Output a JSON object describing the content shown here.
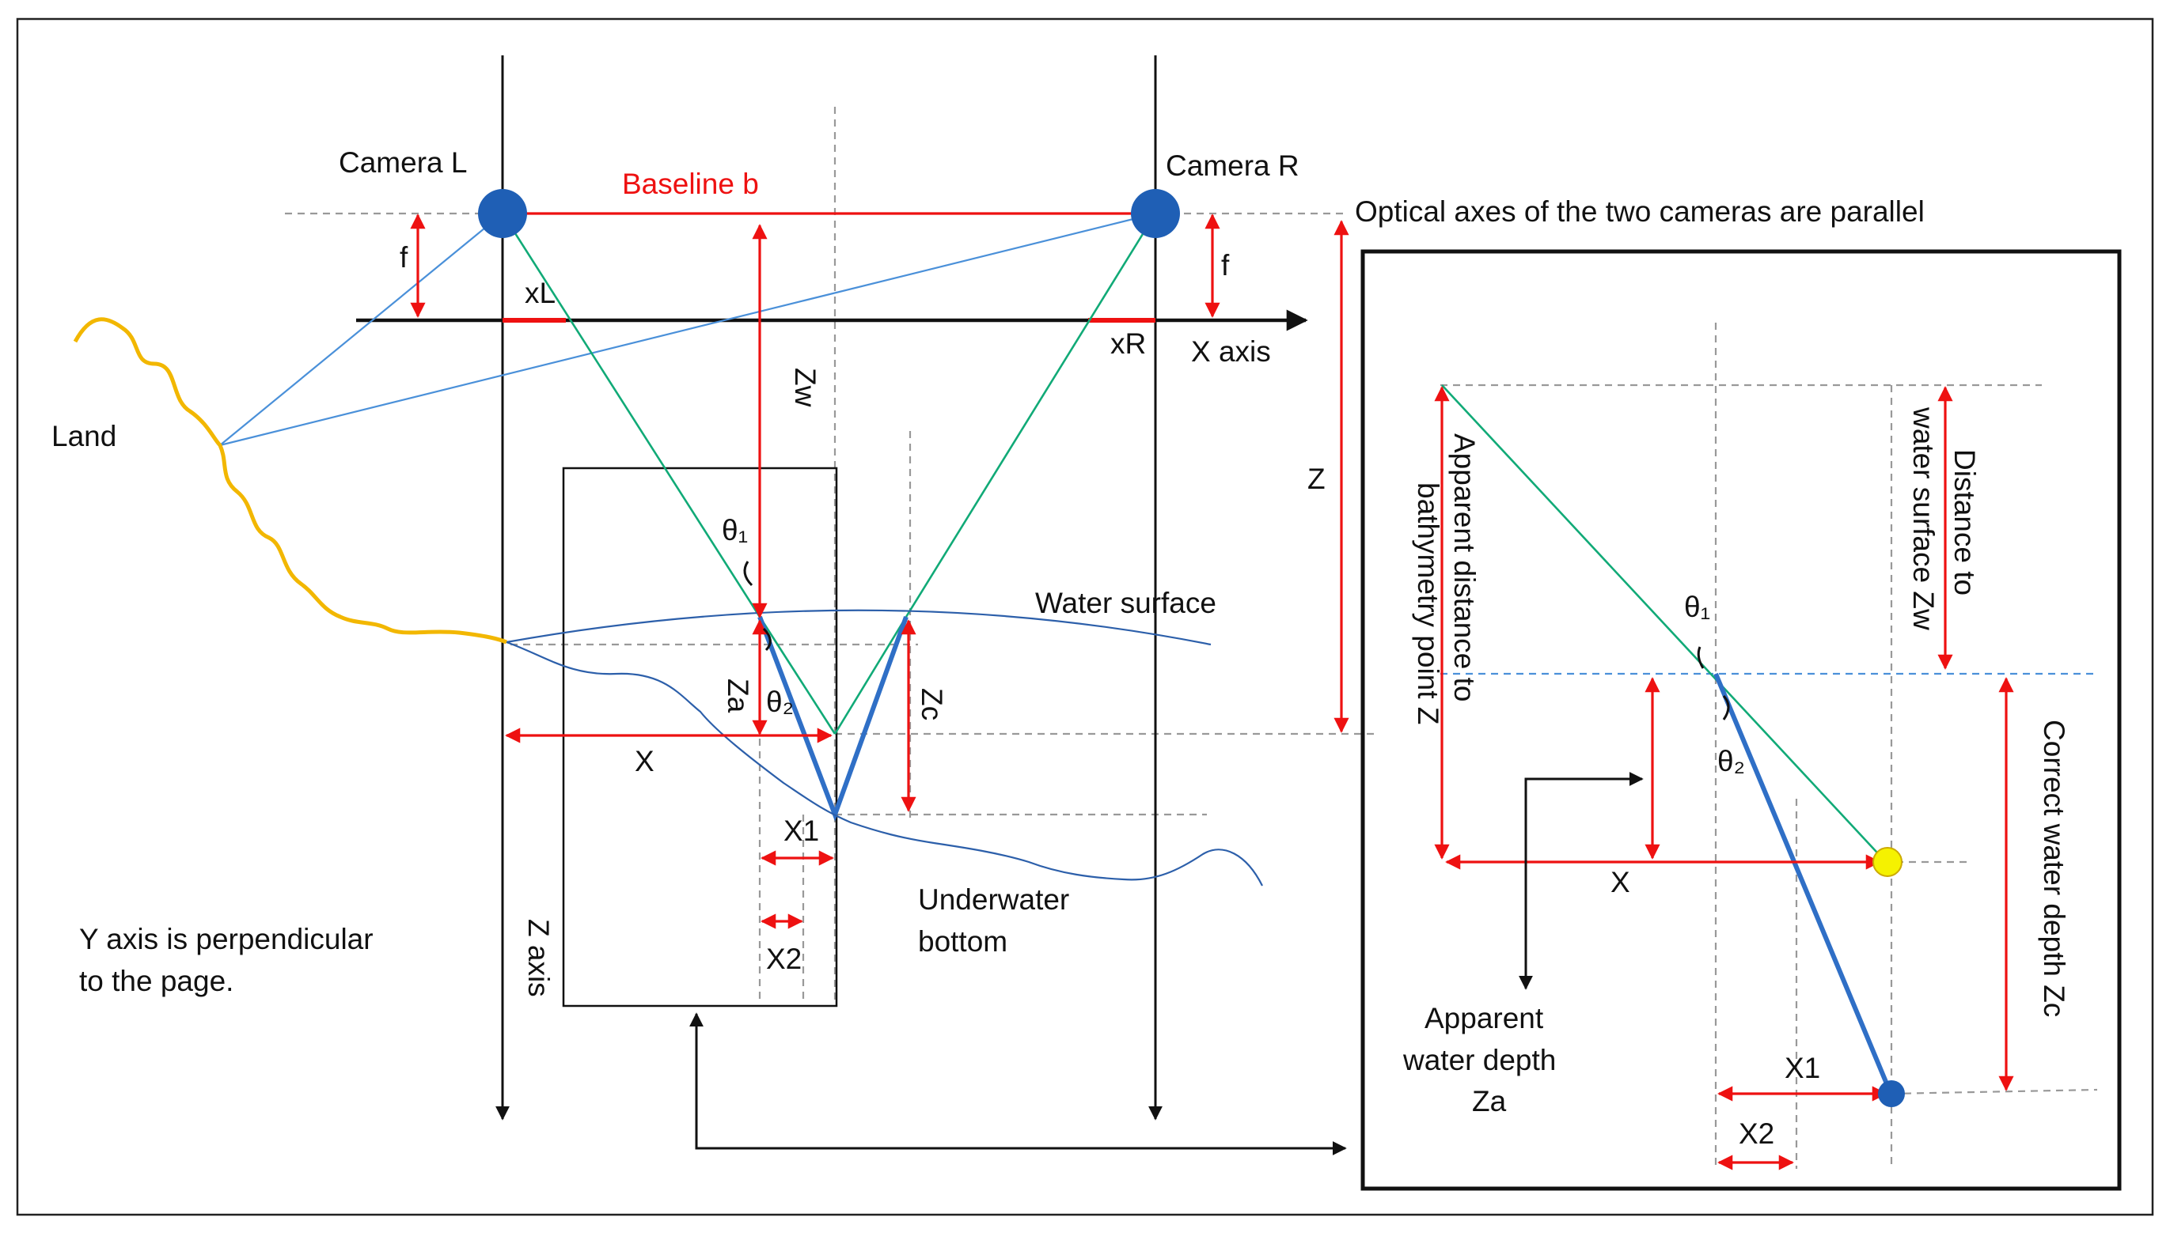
{
  "labels": {
    "camera_l": "Camera L",
    "camera_r": "Camera R",
    "baseline": "Baseline b",
    "f_left": "f",
    "f_right": "f",
    "xL": "xL",
    "xR": "xR",
    "x_axis": "X axis",
    "land": "Land",
    "zw": "Zw",
    "z": "Z",
    "optical_note": "Optical axes of the two cameras are parallel",
    "theta1": "θ₁",
    "theta2": "θ₂",
    "water_surface": "Water surface",
    "za": "Za",
    "zc": "Zc",
    "x": "X",
    "x1": "X1",
    "x2": "X2",
    "z_axis": "Z axis",
    "underwater_line1": "Underwater",
    "underwater_line2": "bottom",
    "y_axis_line1": "Y axis is perpendicular",
    "y_axis_line2": "to the page."
  },
  "inset": {
    "apparent_distance_line1": "Apparent distance to",
    "apparent_distance_line2": "bathymetry point Z",
    "distance_water_line1": "Distance to",
    "distance_water_line2": "water surface Zw",
    "correct_depth": "Correct water depth Zc",
    "theta1": "θ₁",
    "theta2": "θ₂",
    "x": "X",
    "x1": "X1",
    "x2": "X2",
    "apparent_depth_line1": "Apparent",
    "apparent_depth_line2": "water depth",
    "apparent_depth_line3": "Za"
  },
  "colors": {
    "dimension_red": "#ee1111",
    "ray_green": "#11aa77",
    "refracted_blue": "#2f6fc6",
    "camera_blue": "#1f5fb5",
    "land_yellow": "#f2b700",
    "point_yellow": "#f5f200"
  }
}
